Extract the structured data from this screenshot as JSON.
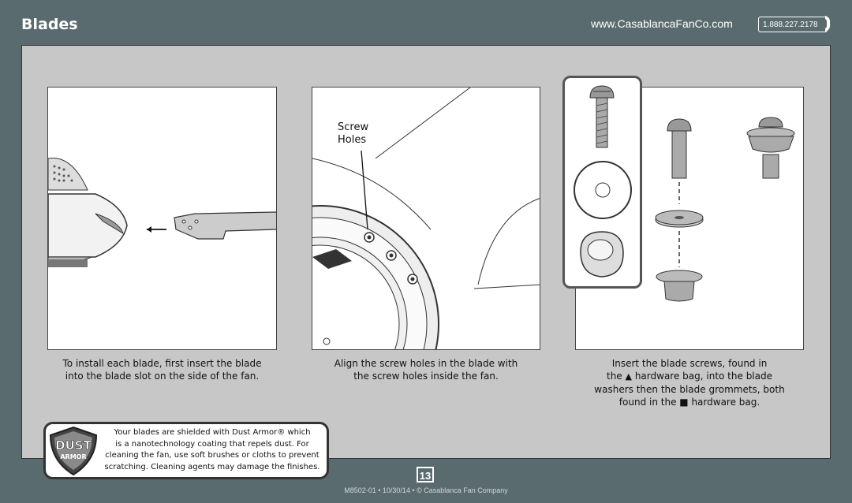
{
  "header": {
    "title": "Blades",
    "url": "www.CasablancaFanCo.com",
    "phone": "1.888.227.2178"
  },
  "step1": {
    "caption_line1": "To install each blade, first insert the blade",
    "caption_line2": "into the blade slot on the side of the fan."
  },
  "step2": {
    "label_line1": "Screw",
    "label_line2": "Holes",
    "caption_line1": "Align the screw holes in the blade with",
    "caption_line2": "the screw holes inside the fan."
  },
  "step3": {
    "caption_line1": "Insert the blade screws, found in",
    "caption_line2_prefix": "the",
    "caption_line2_suffix": "hardware bag, into the blade",
    "caption_line3": "washers then the blade grommets, both",
    "caption_line4_prefix": "found in the",
    "caption_line4_suffix": "hardware bag."
  },
  "dust_armor": {
    "logo_top": "DUST",
    "logo_bottom": "ARMOR",
    "line1": "Your blades are shielded with Dust Armor® which",
    "line2": "is a nanotechnology coating that repels dust. For",
    "line3": "cleaning the fan, use soft brushes or cloths to prevent",
    "line4": "scratching.  Cleaning agents may damage the finishes."
  },
  "footer": {
    "page_number": "13",
    "text": "M8502-01 • 10/30/14 • © Casablanca Fan Company"
  },
  "colors": {
    "background": "#5a6b70",
    "panel": "#c7c7c7"
  }
}
